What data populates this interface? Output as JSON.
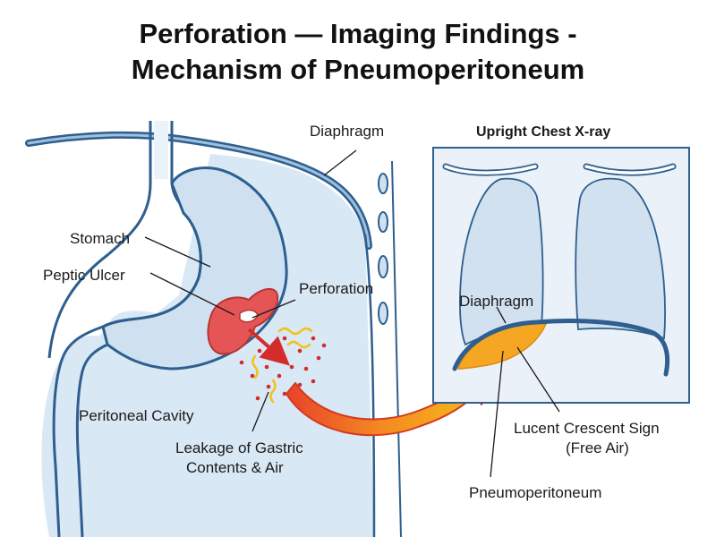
{
  "title": {
    "line1": "Perforation — Imaging Findings -",
    "line2": "Mechanism of Pneumoperitoneum"
  },
  "left_panel": {
    "diaphragm": "Diaphragm",
    "stomach": "Stomach",
    "peptic_ulcer": "Peptic Ulcer",
    "perforation": "Perforation",
    "peritoneal_cavity": "Peritoneal Cavity",
    "leakage_line1": "Leakage of Gastric",
    "leakage_line2": "Contents & Air"
  },
  "xray_panel": {
    "title": "Upright Chest X-ray",
    "diaphragm": "Diaphragm",
    "lucent_line1": "Lucent Crescent Sign",
    "lucent_line2": "(Free Air)",
    "pneumoperitoneum": "Pneumoperitoneum"
  },
  "colors": {
    "outline_blue": "#2e5f8f",
    "fill_light_blue": "#d7e6f3",
    "ulcer_red": "#e55555",
    "arrow_red": "#d62b2b",
    "free_air_orange": "#f5a623",
    "arrow_yellow": "#f7c31a"
  }
}
